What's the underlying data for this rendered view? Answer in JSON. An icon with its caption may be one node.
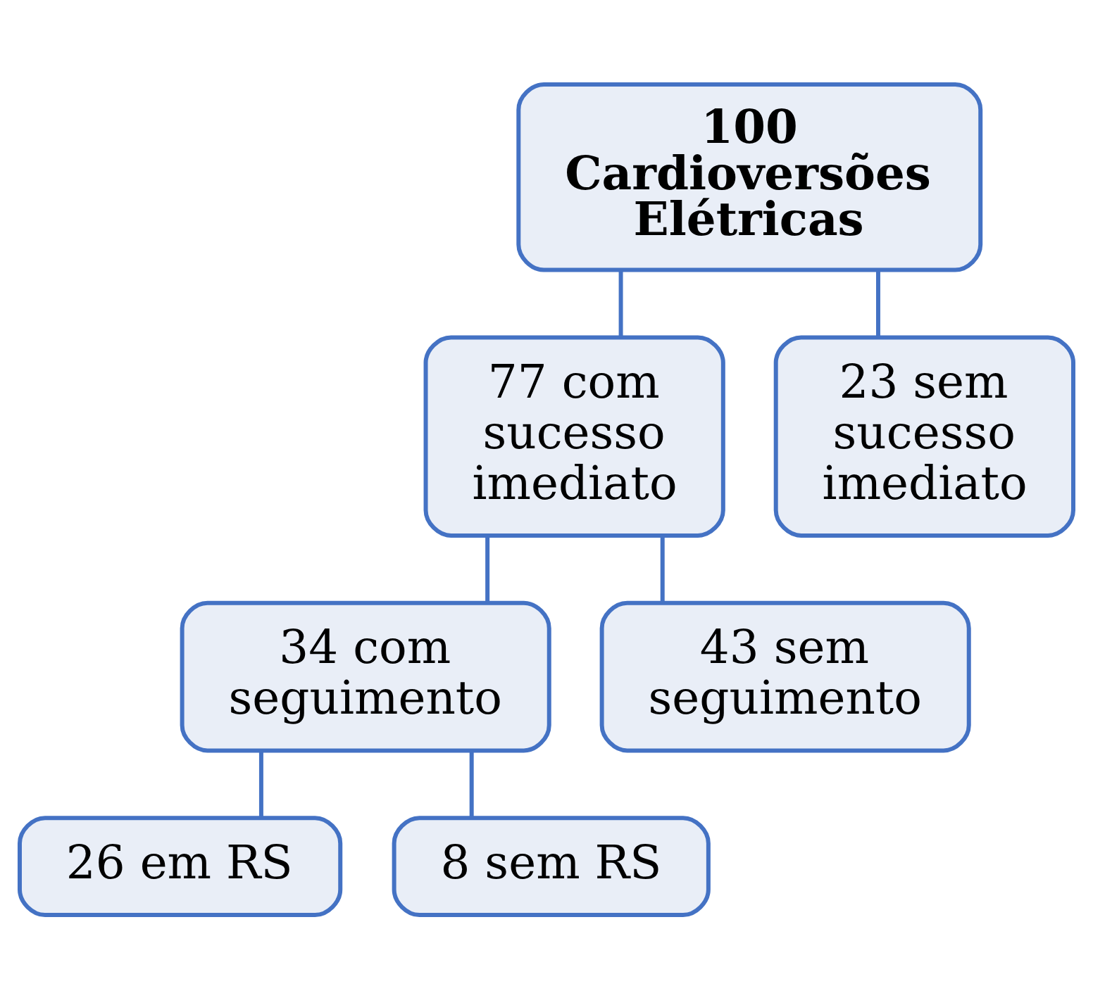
{
  "diagram": {
    "nodes": [
      {
        "text": [
          "100 Cardioversões Elétricas"
        ]
      },
      {
        "text": [
          "77 com sucesso imediato"
        ]
      },
      {
        "text": [
          "23 sem sucesso imediato"
        ]
      },
      {
        "text": [
          "34 com seguimento"
        ]
      },
      {
        "text": [
          "43 sem seguimento"
        ]
      },
      {
        "text": [
          "26 em RS"
        ]
      },
      {
        "text": [
          "8 sem RS"
        ]
      }
    ],
    "edges": [
      {
        "from": 0,
        "to": 1,
        "arrow": "none"
      },
      {
        "from": 0,
        "to": 2,
        "arrow": "none"
      },
      {
        "from": 1,
        "to": 3,
        "arrow": "none"
      },
      {
        "from": 1,
        "to": 4,
        "arrow": "none"
      },
      {
        "from": 3,
        "to": 5,
        "arrow": "none"
      },
      {
        "from": 3,
        "to": 6,
        "arrow": "none"
      }
    ]
  }
}
